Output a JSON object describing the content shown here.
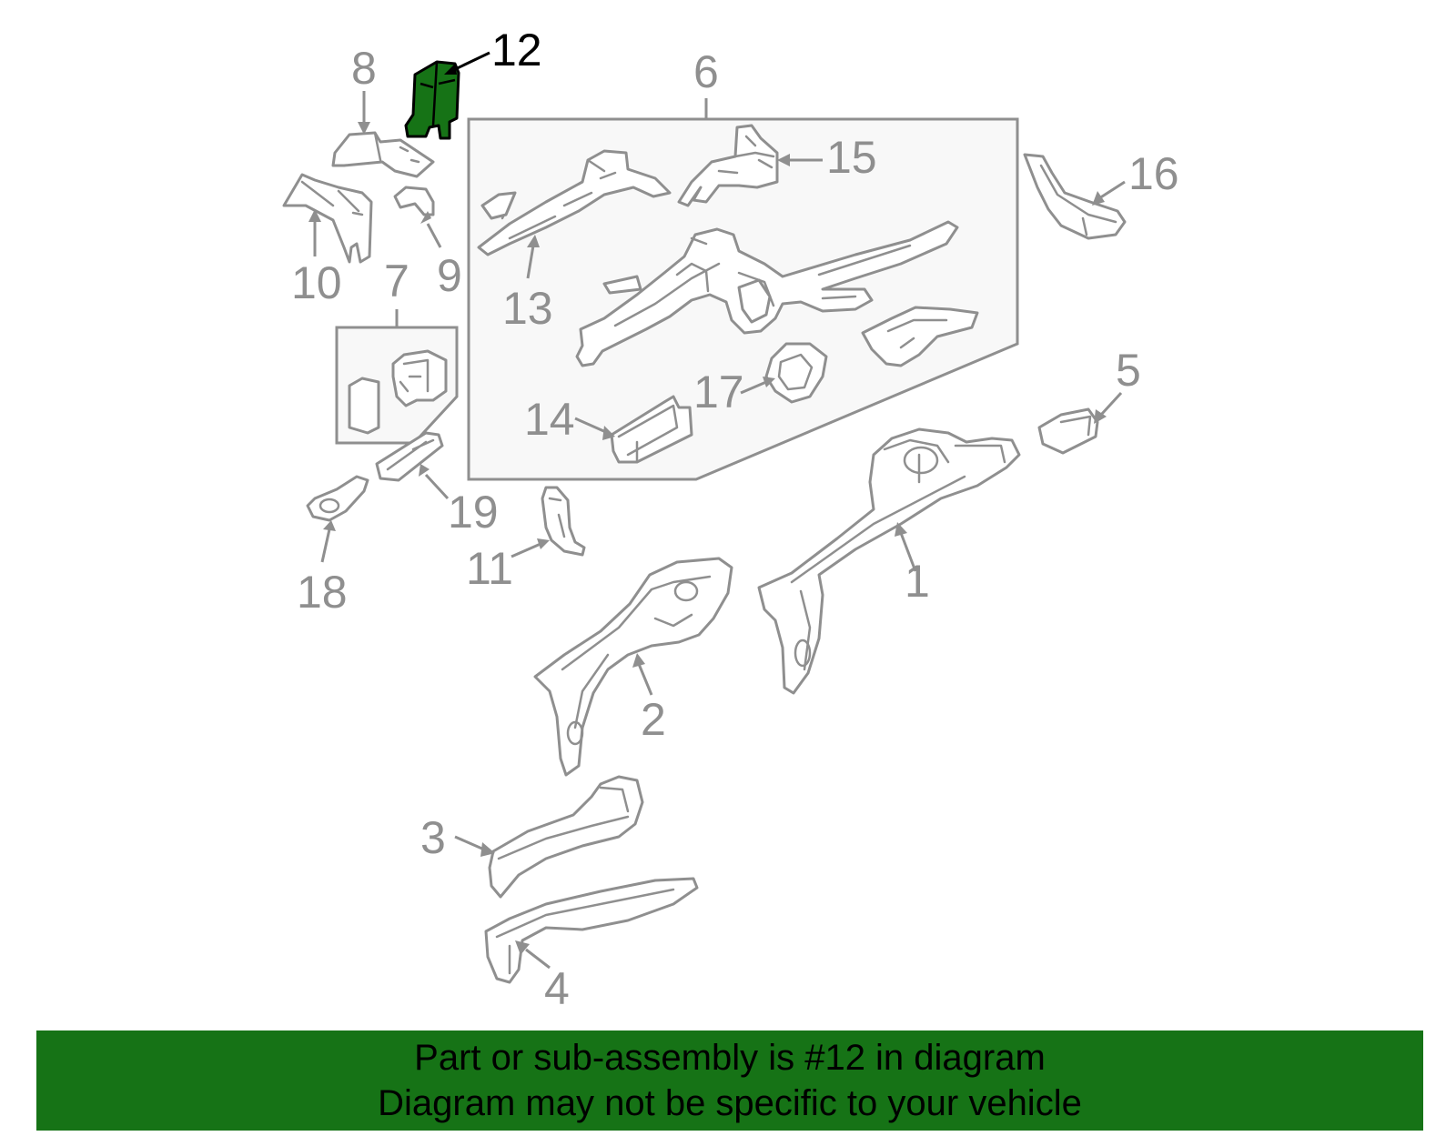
{
  "diagram": {
    "callouts": [
      {
        "id": "1",
        "label": "1"
      },
      {
        "id": "2",
        "label": "2"
      },
      {
        "id": "3",
        "label": "3"
      },
      {
        "id": "4",
        "label": "4"
      },
      {
        "id": "5",
        "label": "5"
      },
      {
        "id": "6",
        "label": "6"
      },
      {
        "id": "7",
        "label": "7"
      },
      {
        "id": "8",
        "label": "8"
      },
      {
        "id": "9",
        "label": "9"
      },
      {
        "id": "10",
        "label": "10"
      },
      {
        "id": "11",
        "label": "11"
      },
      {
        "id": "12",
        "label": "12",
        "highlighted": true
      },
      {
        "id": "13",
        "label": "13"
      },
      {
        "id": "14",
        "label": "14"
      },
      {
        "id": "15",
        "label": "15"
      },
      {
        "id": "16",
        "label": "16"
      },
      {
        "id": "17",
        "label": "17"
      },
      {
        "id": "18",
        "label": "18"
      },
      {
        "id": "19",
        "label": "19"
      }
    ],
    "colors": {
      "highlight": "#167316",
      "outline": "#8f8f8f",
      "highlight_outline": "#000000",
      "group_box_fill": "#f8f8f8"
    }
  },
  "banner": {
    "line1": "Part or sub-assembly is #12 in diagram",
    "line2": "Diagram may not be specific to your vehicle",
    "background": "#167316"
  }
}
